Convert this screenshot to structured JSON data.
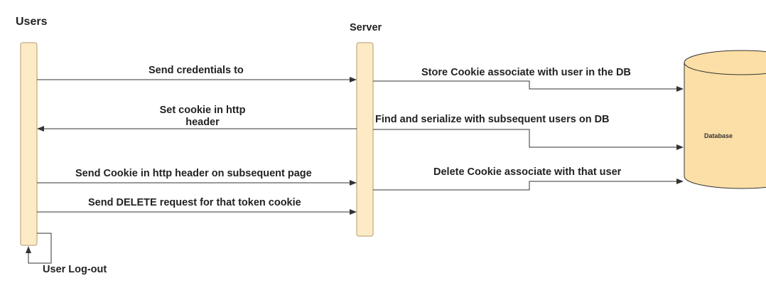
{
  "participants": {
    "users": "Users",
    "server": "Server",
    "database": "Database"
  },
  "messages": {
    "m1": "Send credentials to",
    "m2_line1": "Set cookie in http",
    "m2_line2": "header",
    "m3": "Send Cookie in http header  on subsequent page",
    "m4": "Send DELETE request for that token cookie",
    "s1": "Store Cookie  associate with user in the DB",
    "s2": "Find and serialize with subsequent users on DB",
    "s3": "Delete Cookie associate with that user",
    "self": "User Log-out"
  },
  "colors": {
    "lifeline_fill": "#FDEBC6",
    "lifeline_stroke": "#B59A6A",
    "database_fill": "#FCDFA6",
    "line": "#333333"
  }
}
